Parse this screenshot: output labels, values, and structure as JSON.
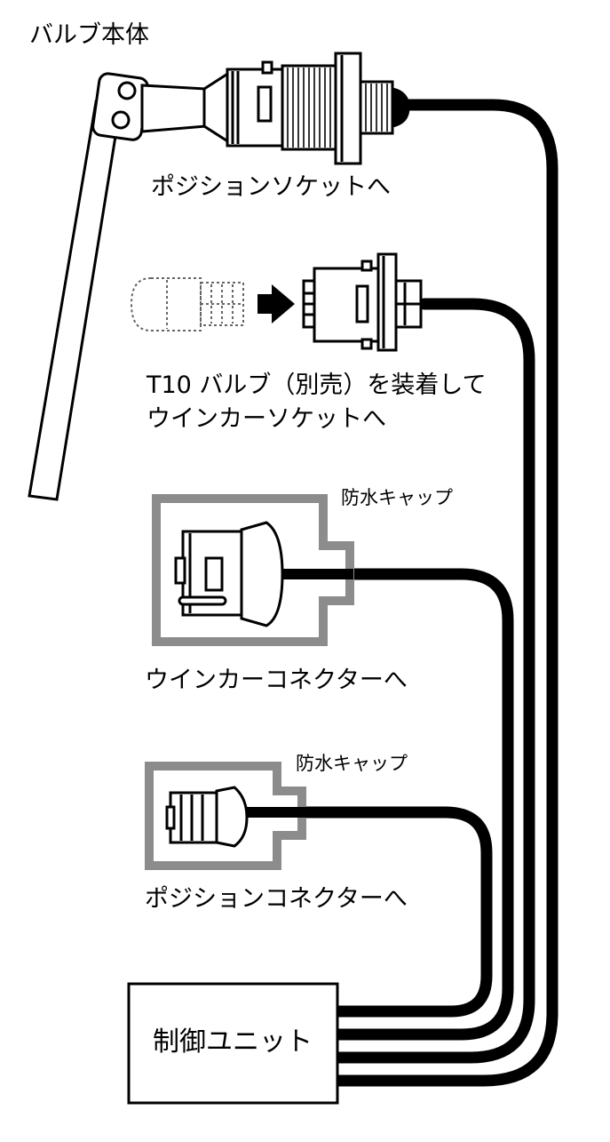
{
  "labels": {
    "bulb_body": "バルブ本体",
    "position_socket": "ポジションソケットへ",
    "t10_line1": "T10 バルブ（別売）を装着して",
    "t10_line2": "ウインカーソケットへ",
    "cap_1": "防水キャップ",
    "winker_connector": "ウインカーコネクターへ",
    "cap_2": "防水キャップ",
    "position_connector": "ポジションコネクターへ",
    "control_unit": "制御ユニット"
  },
  "colors": {
    "ink": "#000000",
    "cap_gray": "#8c8c8c",
    "dotted": "#666666",
    "background": "#ffffff"
  }
}
